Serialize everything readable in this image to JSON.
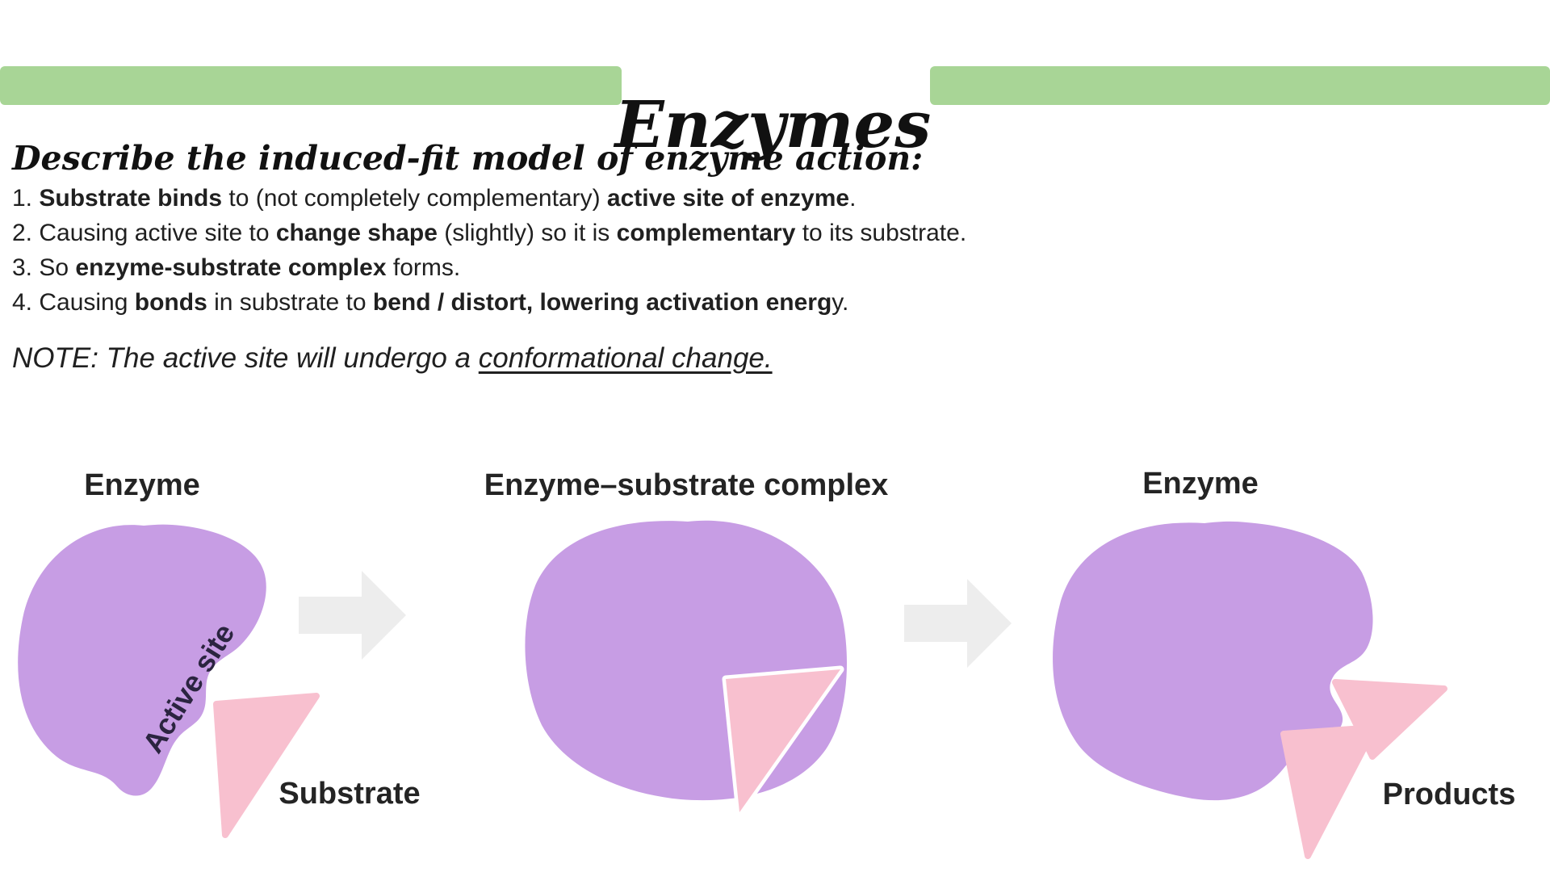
{
  "title": {
    "text": "Enzymes"
  },
  "question_heading": "Describe the induced-fit model of enzyme action:",
  "steps": {
    "s1": {
      "n": "1. ",
      "b1": "Substrate binds",
      "t1": " to (not completely complementary) ",
      "b2": "active site of enzyme",
      "t2": "."
    },
    "s2": {
      "n": "2. ",
      "t0": "Causing active site to ",
      "b1": "change shape",
      "t1": " (slightly) so it is ",
      "b2": "complementary",
      "t2": " to its substrate."
    },
    "s3": {
      "n": "3. ",
      "t0": "So ",
      "b1": "enzyme-substrate complex",
      "t1": " forms."
    },
    "s4": {
      "n": "4. ",
      "t0": "Causing ",
      "b1": "bonds",
      "t1": " in substrate to ",
      "b2": "bend / distort, lowering activation energ",
      "t2": "y."
    }
  },
  "note": {
    "pre": "NOTE: The active site will undergo a ",
    "underlined": "conformational change."
  },
  "diagram": {
    "labels": {
      "enzyme_left": "Enzyme",
      "complex": "Enzyme–substrate complex",
      "enzyme_right": "Enzyme",
      "active_site": "Active site",
      "substrate": "Substrate",
      "products": "Products"
    }
  },
  "colors": {
    "banner_green": "#a8d596",
    "enzyme_purple": "#c79de4",
    "substrate_pink": "#f8c0cf",
    "arrow_gray": "#ededed",
    "active_site_text": "#2b2440",
    "text_dark": "#1c1c1c"
  }
}
